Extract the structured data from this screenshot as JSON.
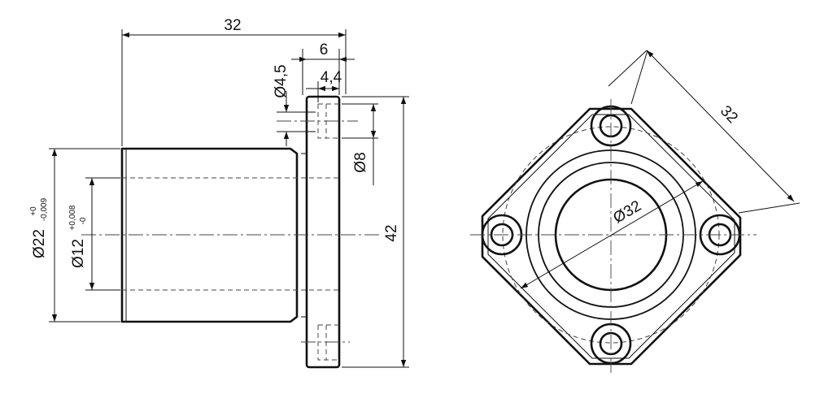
{
  "dimensions": {
    "overall_length": "32",
    "flange_thickness": "6",
    "counterbore_depth": "4,4",
    "hole_diameter": "Ø4,5",
    "counterbore_diameter": "Ø8",
    "flange_height": "42",
    "outer_diameter": "Ø22",
    "outer_tol_upper": "+0",
    "outer_tol_lower": "-0,009",
    "inner_diameter": "Ø12",
    "inner_tol_upper": "+0,008",
    "inner_tol_lower": "-0",
    "bolt_circle": "Ø32",
    "square_width": "32"
  }
}
